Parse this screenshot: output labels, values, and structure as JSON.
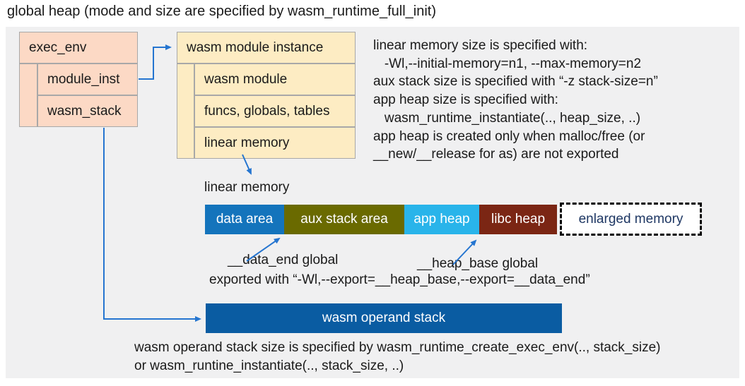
{
  "title": "global heap (mode and size are specified by wasm_runtime_full_init)",
  "exec_env": {
    "header": "exec_env",
    "rows": [
      {
        "label": "module_inst"
      },
      {
        "label": "wasm_stack"
      }
    ]
  },
  "module_instance": {
    "header": "wasm module instance",
    "rows": [
      {
        "label": "wasm module"
      },
      {
        "label": "funcs, globals, tables"
      },
      {
        "label": "linear memory"
      }
    ]
  },
  "notes_right": {
    "lines": [
      "linear memory size is specified with:",
      "   -Wl,--initial-memory=n1, --max-memory=n2",
      "aux stack size is specified with “-z stack-size=n”",
      "app heap size is specified with:",
      "   wasm_runtime_instantiate(.., heap_size, ..)",
      "app heap is created only when malloc/free (or",
      "__new/__release for as) are not exported"
    ]
  },
  "linear_memory": {
    "label": "linear memory",
    "segments": [
      {
        "label": "data area",
        "color": "#1474bc"
      },
      {
        "label": "aux stack area",
        "color": "#6a6a00"
      },
      {
        "label": "app heap",
        "color": "#29b4ea"
      },
      {
        "label": "libc heap",
        "color": "#7b2614"
      }
    ],
    "enlarged": {
      "label": "enlarged memory",
      "text_color": "#1f3864"
    }
  },
  "globals": {
    "data_end": "__data_end global",
    "heap_base": "__heap_base global",
    "exported": "exported with “-Wl,--export=__heap_base,--export=__data_end”"
  },
  "operand_stack": {
    "label": "wasm operand stack",
    "color": "#0a5ca2",
    "notes": [
      "wasm operand stack size is specified by wasm_runtime_create_exec_env(.., stack_size)",
      "or wasm_runtine_instantiate(.., stack_size, ..)"
    ]
  },
  "colors": {
    "panel_bg": "#f0f0f1",
    "exec_box": "#fcd9c5",
    "module_box": "#fdecc3",
    "box_border": "#a8a8a8",
    "arrow": "#2575d0"
  }
}
